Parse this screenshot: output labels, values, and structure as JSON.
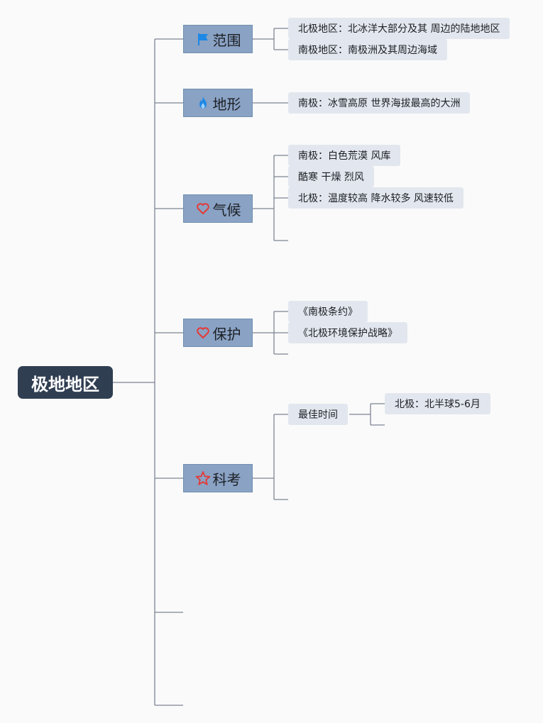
{
  "root": {
    "label": "极地地区"
  },
  "branches": [
    {
      "label": "范围",
      "icon": "flag-icon",
      "icon_color": "#1e88e5"
    },
    {
      "label": "地形",
      "icon": "fire-icon",
      "icon_color": "#1e88e5"
    },
    {
      "label": "气候",
      "icon": "heart-icon",
      "icon_color": "#e53935"
    },
    {
      "label": "保护",
      "icon": "heart-icon",
      "icon_color": "#e53935"
    },
    {
      "label": "科考",
      "icon": "star-icon",
      "icon_color": "#e53935"
    }
  ],
  "leaves": {
    "scope": [
      "北极地区：北冰洋大部分及其 周边的陆地地区",
      "南极地区：南极洲及其周边海域"
    ],
    "terrain": [
      "南极：冰雪高原 世界海拔最高的大洲"
    ],
    "climate": [
      "南极：白色荒漠 风库",
      "酷寒 干燥 烈风",
      "北极：温度较高 降水较多 风速较低"
    ],
    "protection": [
      "《南极条约》",
      "《北极环境保护战略》"
    ],
    "research": {
      "label": "最佳时间",
      "children": [
        "北极：北半球5-6月"
      ]
    }
  },
  "colors": {
    "root_bg": "#303e52",
    "branch_bg": "#8aa2c4",
    "leaf_bg": "#e2e7ef",
    "line": "#7d8593"
  }
}
